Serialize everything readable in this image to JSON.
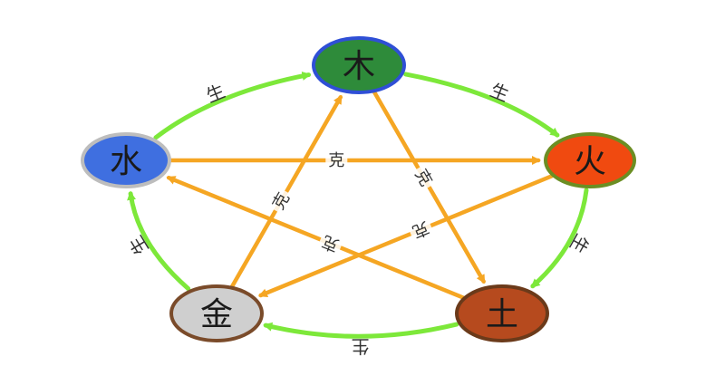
{
  "diagram": {
    "colors": {
      "generating": "#7de83a",
      "overcoming": "#f5a623",
      "background": "#ffffff"
    },
    "nodes": [
      {
        "id": "wood",
        "glyph": "木",
        "fill": "#2e8b3a",
        "ring": "#2f4fd6"
      },
      {
        "id": "fire",
        "glyph": "火",
        "fill": "#f04a10",
        "ring": "#6b8e23"
      },
      {
        "id": "earth",
        "glyph": "土",
        "fill": "#b64a1e",
        "ring": "#6b3a1a"
      },
      {
        "id": "metal",
        "glyph": "金",
        "fill": "#cfcfcf",
        "ring": "#7a4b2a"
      },
      {
        "id": "water",
        "glyph": "水",
        "fill": "#3f6fe0",
        "ring": "#bdbdbd"
      }
    ],
    "generating_label": "生",
    "overcoming_label": "克",
    "generating_edges": [
      {
        "from": "wood",
        "to": "fire"
      },
      {
        "from": "fire",
        "to": "earth"
      },
      {
        "from": "earth",
        "to": "metal"
      },
      {
        "from": "metal",
        "to": "water"
      },
      {
        "from": "water",
        "to": "wood"
      }
    ],
    "overcoming_edges": [
      {
        "from": "wood",
        "to": "earth"
      },
      {
        "from": "earth",
        "to": "water"
      },
      {
        "from": "water",
        "to": "fire"
      },
      {
        "from": "fire",
        "to": "metal"
      },
      {
        "from": "metal",
        "to": "wood"
      }
    ]
  }
}
